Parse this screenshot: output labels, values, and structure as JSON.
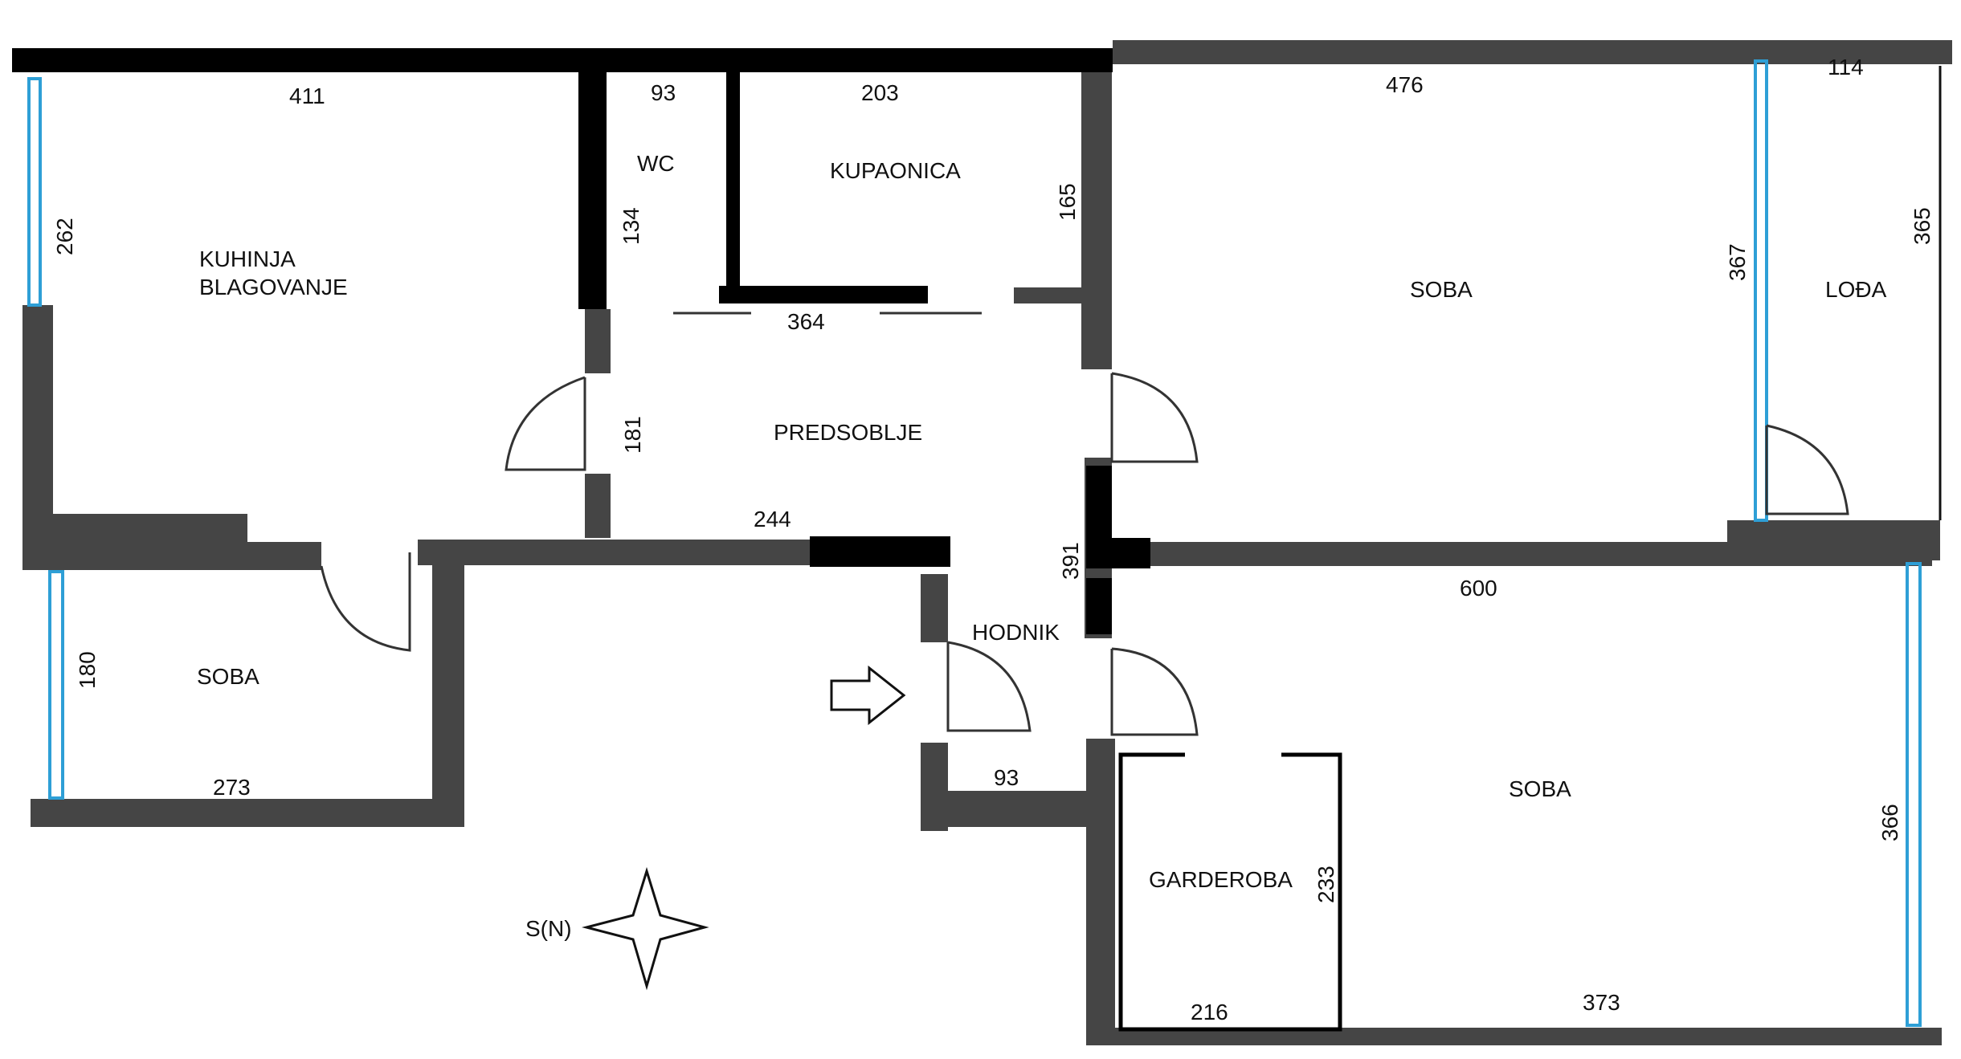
{
  "rooms": {
    "kuhinja_1": "KUHINJA",
    "kuhinja_2": "BLAGOVANJE",
    "wc": "WC",
    "kupaonica": "KUPAONICA",
    "predsoblje": "PREDSOBLJE",
    "soba_ne": "SOBA",
    "loda": "LOĐA",
    "soba_w": "SOBA",
    "hodnik": "HODNIK",
    "soba_se": "SOBA",
    "garderoba": "GARDEROBA"
  },
  "dimensions": {
    "d411": "411",
    "d93a": "93",
    "d203": "203",
    "d476": "476",
    "d114": "114",
    "d262": "262",
    "d134": "134",
    "d165": "165",
    "d367": "367",
    "d365": "365",
    "d364": "364",
    "d181": "181",
    "d244": "244",
    "d391": "391",
    "d600": "600",
    "d180": "180",
    "d273": "273",
    "d93b": "93",
    "d233": "233",
    "d366": "366",
    "d216": "216",
    "d373": "373"
  },
  "compass": {
    "label": "S(N)"
  },
  "colors": {
    "wall": "#454545",
    "wall_dark": "#000000",
    "window": "#2e9fd6",
    "line": "#222222"
  },
  "icons": {
    "entry": "arrow-right-icon",
    "compass": "compass-star-icon"
  }
}
